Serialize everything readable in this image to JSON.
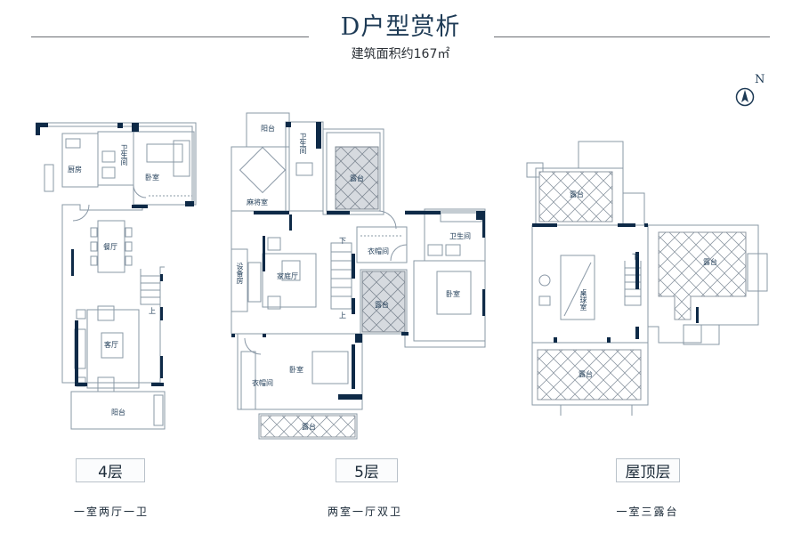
{
  "header": {
    "title": "D户型赏析",
    "subtitle": "建筑面积约167㎡"
  },
  "compass": {
    "label": "N",
    "icon": "north-arrow-icon"
  },
  "colors": {
    "wall_dark": "#0e2a47",
    "line": "#8a98a6",
    "terrace_fill": "#d9dde2",
    "text": "#1d3a55"
  },
  "floors": [
    {
      "tag": "4层",
      "description": "一室两厅一卫",
      "rooms": {
        "kitchen": "厨房",
        "bathroom": "卫生间",
        "bedroom": "卧室",
        "dining": "餐厅",
        "living": "客厅",
        "balcony": "阳台",
        "stairs_up": "上"
      }
    },
    {
      "tag": "5层",
      "description": "两室一厅双卫",
      "rooms": {
        "balcony": "阳台",
        "mahjong": "麻将室",
        "bathroom_small": "卫生间",
        "terrace_top": "露台",
        "equipment": "设备房",
        "family_hall": "家庭厅",
        "closet_center": "衣帽间",
        "terrace_center": "露台",
        "bathroom_right": "卫生间",
        "bedroom_right": "卧室",
        "bedroom_bottom": "卧室",
        "closet_bottom": "衣帽间",
        "terrace_bottom": "露台",
        "stairs_down": "下",
        "stairs_up": "上"
      }
    },
    {
      "tag": "屋顶层",
      "description": "一室三露台",
      "rooms": {
        "terrace_top": "露台",
        "terrace_right": "露台",
        "billiards": "桌球室",
        "terrace_bottom": "露台",
        "stairs_down": "下"
      }
    }
  ]
}
